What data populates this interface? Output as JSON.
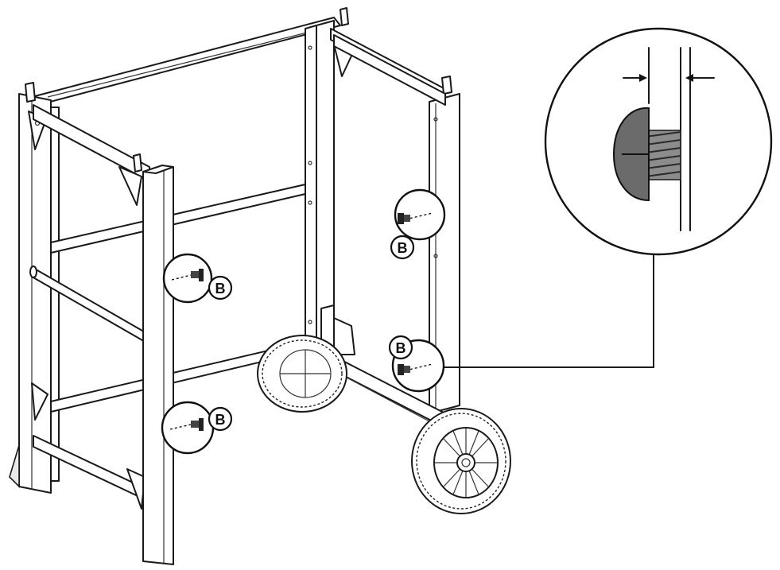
{
  "callouts": [
    {
      "label": "B"
    },
    {
      "label": "B"
    },
    {
      "label": "B"
    },
    {
      "label": "B"
    }
  ],
  "icons": {
    "screw": "screw-icon",
    "wheel": "wheel-icon",
    "arrow": "arrow-icon"
  },
  "colors": {
    "ink": "#1a1a1a",
    "screw_shade": "#6b6b6b",
    "background": "#ffffff"
  }
}
